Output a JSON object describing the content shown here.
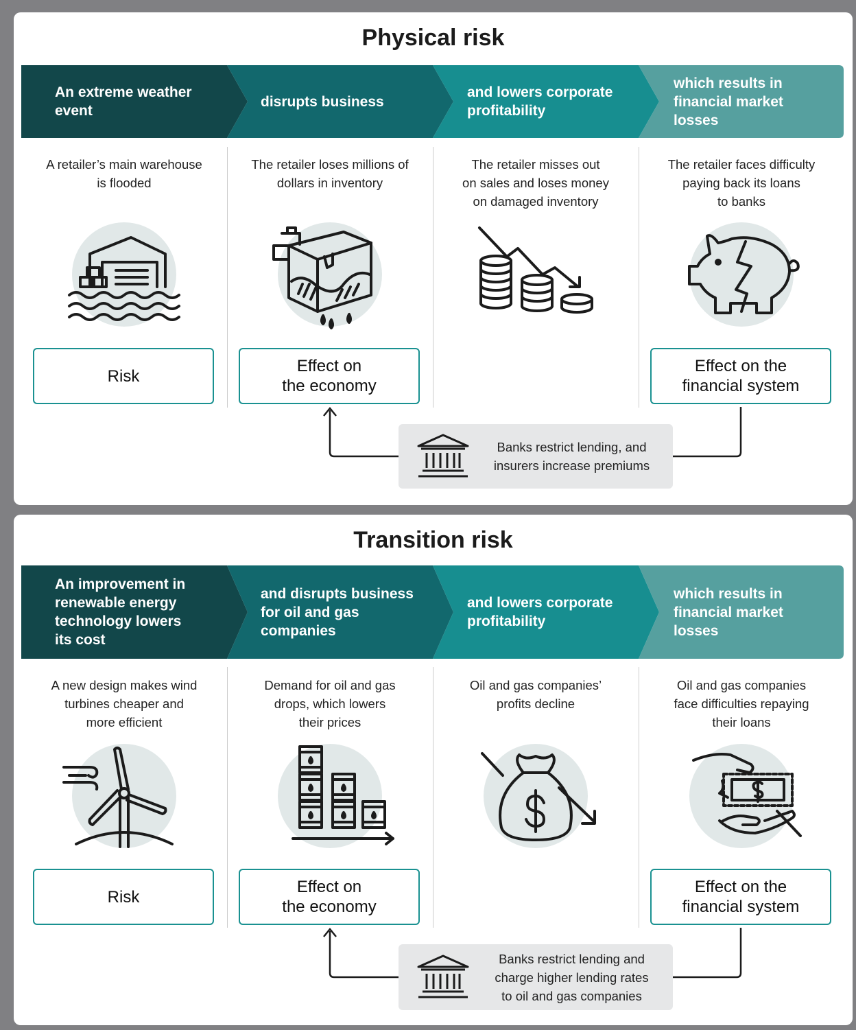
{
  "physical": {
    "title": "Physical risk",
    "steps": [
      {
        "line1": "An extreme weather",
        "line2": "event",
        "line3": ""
      },
      {
        "line1": "disrupts business",
        "line2": "",
        "line3": ""
      },
      {
        "line1": "and lowers corporate",
        "line2": "profitability",
        "line3": ""
      },
      {
        "line1": "which results in",
        "line2": "financial market",
        "line3": "losses"
      }
    ],
    "descriptions": [
      {
        "line1": "A retailer’s main warehouse",
        "line2": "is flooded",
        "line3": ""
      },
      {
        "line1": "The retailer loses millions of",
        "line2": "dollars in inventory",
        "line3": ""
      },
      {
        "line1": "The retailer misses out",
        "line2": "on sales and loses money",
        "line3": "on damaged inventory"
      },
      {
        "line1": "The retailer faces difficulty",
        "line2": "paying back its loans",
        "line3": "to banks"
      }
    ],
    "icons": [
      "flooded-warehouse-icon",
      "damaged-box-icon",
      "declining-coins-icon",
      "broken-piggy-bank-icon"
    ],
    "boxes": {
      "risk": {
        "line1": "Risk",
        "line2": ""
      },
      "economy": {
        "line1": "Effect on",
        "line2": "the economy"
      },
      "financial": {
        "line1": "Effect on the",
        "line2": "financial system"
      }
    },
    "feedback": {
      "line1": "Banks restrict lending, and",
      "line2": "insurers increase premiums",
      "line3": ""
    }
  },
  "transition": {
    "title": "Transition risk",
    "steps": [
      {
        "line1": "An improvement in",
        "line2": "renewable energy",
        "line3": "technology lowers",
        "line4": "its cost"
      },
      {
        "line1": "and disrupts business",
        "line2": "for oil and gas",
        "line3": "companies",
        "line4": ""
      },
      {
        "line1": "and lowers corporate",
        "line2": "profitability",
        "line3": "",
        "line4": ""
      },
      {
        "line1": "which results in",
        "line2": "financial market",
        "line3": "losses",
        "line4": ""
      }
    ],
    "descriptions": [
      {
        "line1": "A new design makes wind",
        "line2": "turbines cheaper and",
        "line3": "more efficient"
      },
      {
        "line1": "Demand for oil and gas",
        "line2": "drops, which lowers",
        "line3": "their prices"
      },
      {
        "line1": "Oil and gas companies’",
        "line2": "profits decline",
        "line3": ""
      },
      {
        "line1": "Oil and gas companies",
        "line2": "face difficulties repaying",
        "line3": "their loans"
      }
    ],
    "icons": [
      "wind-turbine-icon",
      "oil-barrels-decline-icon",
      "money-bag-decline-icon",
      "hand-money-icon"
    ],
    "boxes": {
      "risk": {
        "line1": "Risk",
        "line2": ""
      },
      "economy": {
        "line1": "Effect on",
        "line2": "the economy"
      },
      "financial": {
        "line1": "Effect on the",
        "line2": "financial system"
      }
    },
    "feedback": {
      "line1": "Banks restrict lending and",
      "line2": "charge higher lending rates",
      "line3": "to oil and gas companies"
    }
  },
  "colors": {
    "step1": "#12474a",
    "step2": "#12686d",
    "step3": "#178e90",
    "step4": "#56a09f",
    "box_border": "#1a9191",
    "icon_circle": "#e1e8e8",
    "feedback_bg": "#e6e7e8",
    "outer_bg": "#808083"
  }
}
